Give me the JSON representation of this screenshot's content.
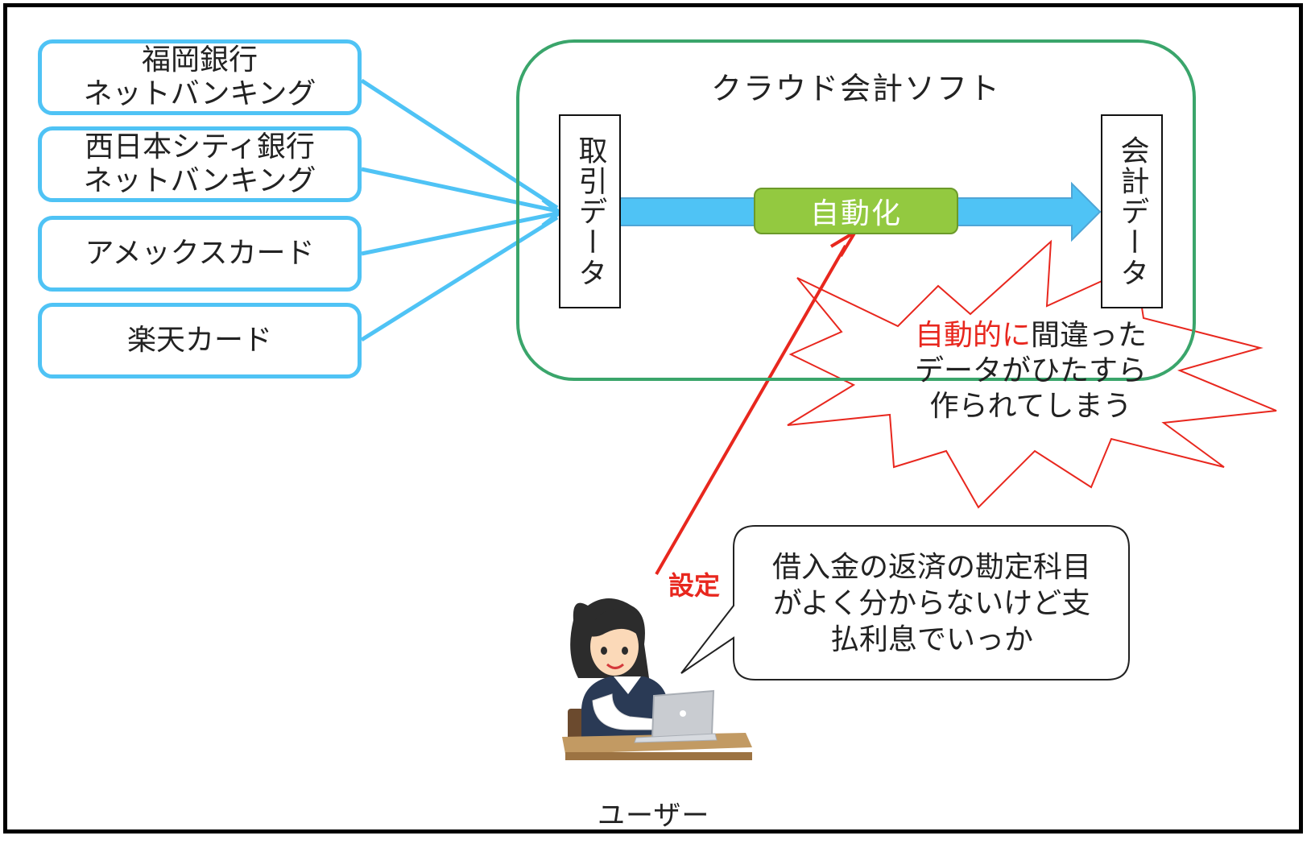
{
  "sources": [
    {
      "line1": "福岡銀行",
      "line2": "ネットバンキング"
    },
    {
      "line1": "西日本シティ銀行",
      "line2": "ネットバンキング"
    },
    {
      "line1": "アメックスカード",
      "line2": ""
    },
    {
      "line1": "楽天カード",
      "line2": ""
    }
  ],
  "cloud": {
    "title": "クラウド会計ソフト",
    "input_box": "取引データ",
    "output_box": "会計データ",
    "process": "自動化"
  },
  "warning": {
    "highlight": "自動的に",
    "rest_line1": "間違った",
    "line2": "データがひたすら",
    "line3": "作られてしまう"
  },
  "setting_label": "設定",
  "speech": {
    "line1": "借入金の返済の勘定科目",
    "line2": "がよく分からないけど支",
    "line3": "払利息でいっか"
  },
  "user_label": "ユーザー",
  "colors": {
    "source_border": "#4fc3f5",
    "cloud_border": "#3aa56b",
    "flow_arrow": "#4fc3f5",
    "process_fill": "#93c940",
    "alert_red": "#e8271e"
  }
}
